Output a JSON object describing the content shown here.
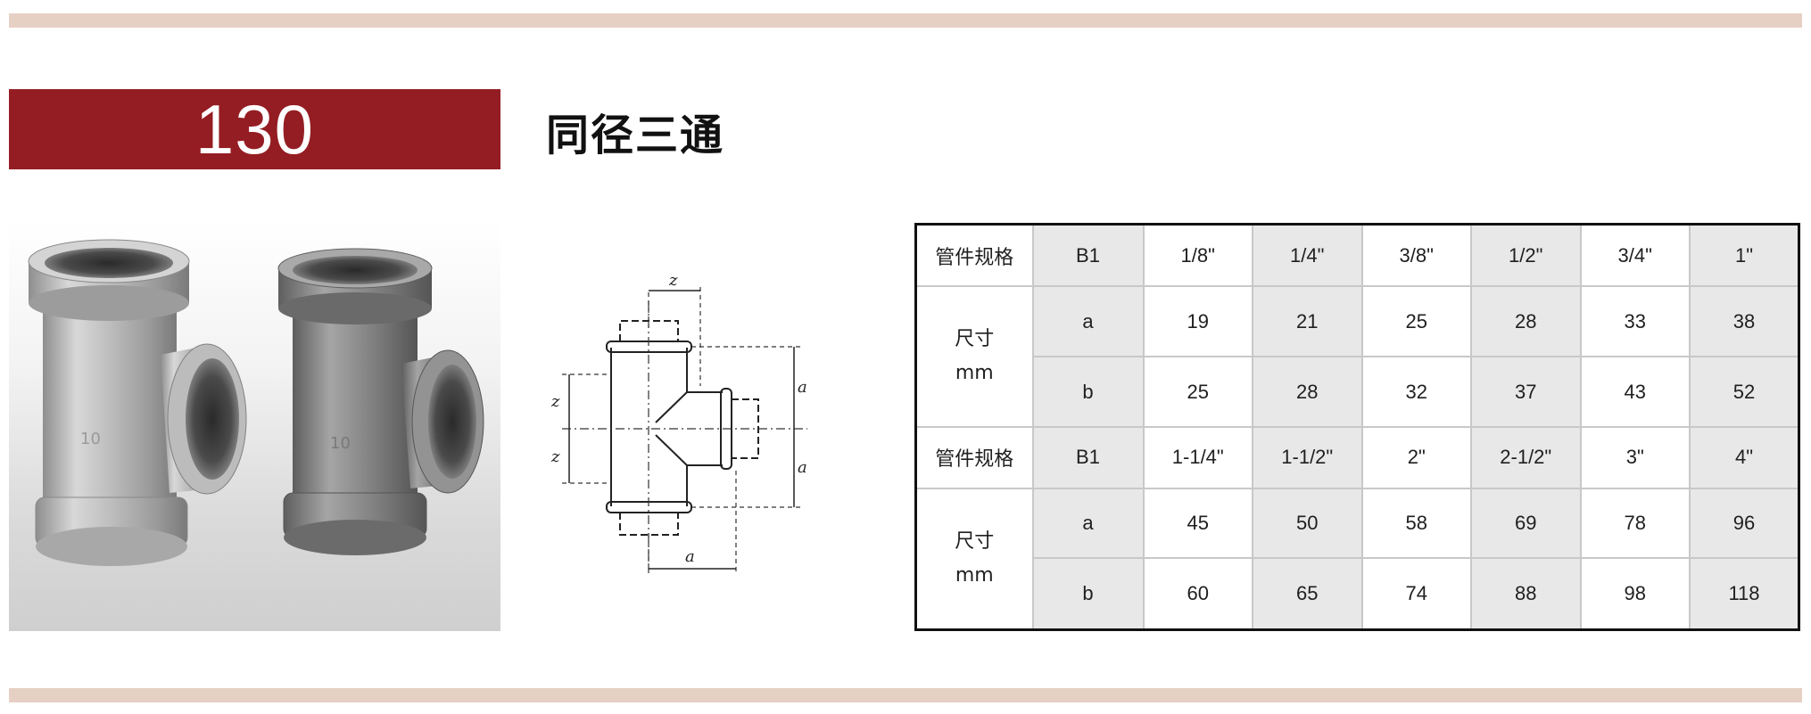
{
  "header": {
    "code": "130",
    "title": "同径三通"
  },
  "drawing": {
    "labels": [
      "z",
      "a",
      "z",
      "z",
      "a",
      "a"
    ]
  },
  "table": {
    "groups": [
      {
        "spec_label": "管件规格",
        "type": "B1",
        "sizes": [
          "1/8\"",
          "1/4\"",
          "3/8\"",
          "1/2\"",
          "3/4\"",
          "1\""
        ],
        "dim_label_1": "尺寸",
        "dim_label_2": "mm",
        "rows": [
          {
            "name": "a",
            "values": [
              "19",
              "21",
              "25",
              "28",
              "33",
              "38"
            ]
          },
          {
            "name": "b",
            "values": [
              "25",
              "28",
              "32",
              "37",
              "43",
              "52"
            ]
          }
        ]
      },
      {
        "spec_label": "管件规格",
        "type": "B1",
        "sizes": [
          "1-1/4\"",
          "1-1/2\"",
          "2\"",
          "2-1/2\"",
          "3\"",
          "4\""
        ],
        "dim_label_1": "尺寸",
        "dim_label_2": "mm",
        "rows": [
          {
            "name": "a",
            "values": [
              "45",
              "50",
              "58",
              "69",
              "78",
              "96"
            ]
          },
          {
            "name": "b",
            "values": [
              "60",
              "65",
              "74",
              "88",
              "98",
              "118"
            ]
          }
        ]
      }
    ]
  },
  "colors": {
    "brand_red": "#941d23",
    "band": "#e6d0c4",
    "cell_gray": "#e8e8e8"
  }
}
